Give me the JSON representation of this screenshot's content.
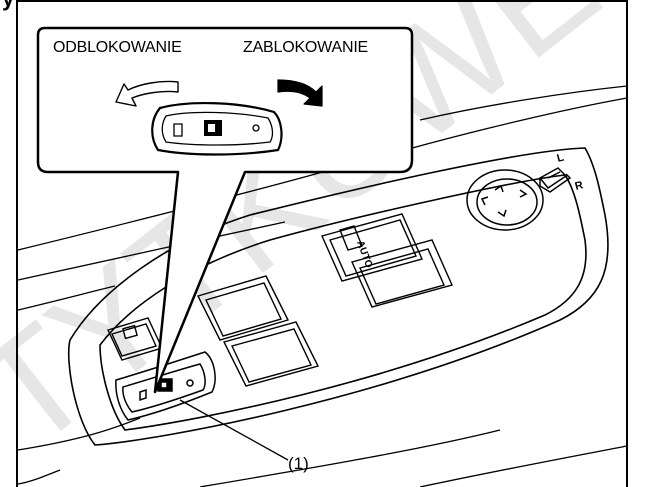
{
  "heading_fragment": "y",
  "labels": {
    "unlock": "ODBLOKOWANIE",
    "lock": "ZABLOKOWANIE",
    "callout": "(1)"
  },
  "switch_labels": {
    "auto": "AUTO",
    "mirror_left": "L",
    "mirror_right": "R"
  },
  "watermark": "TYTKUWEW",
  "colors": {
    "line": "#000000",
    "watermark": "#e6e6e6",
    "background": "#ffffff"
  },
  "icons": {
    "unlock_arrow": "curved-arrow-left-outline-icon",
    "lock_arrow": "curved-arrow-right-solid-icon",
    "lock_switch": "door-lock-switch-icon"
  }
}
